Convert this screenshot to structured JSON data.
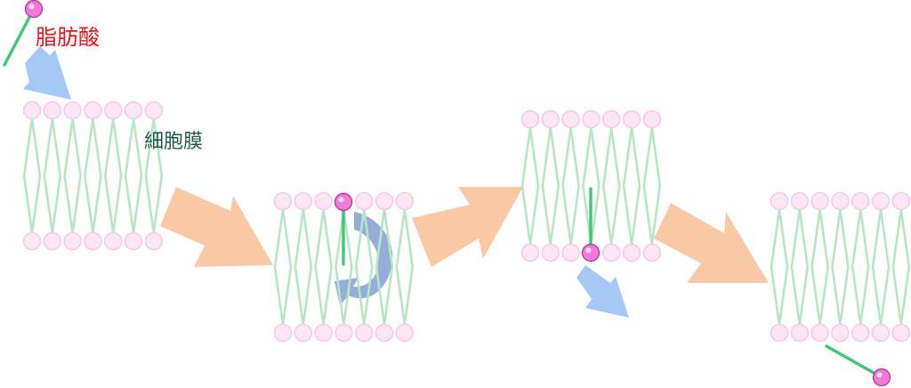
{
  "labels": {
    "fatty_acid": "脂肪酸",
    "cell_membrane": "細胞膜"
  },
  "colors": {
    "fatty_acid_label": "#e8141e",
    "membrane_label": "#1f5a4a",
    "lipid_head_fill": "#fde6f4",
    "lipid_head_stroke": "#f6c6e6",
    "lipid_tail": "#b5e7c4",
    "fatty_acid_head_fill": "#f17ad6",
    "fatty_acid_head_stroke": "#b0309a",
    "fatty_acid_tail": "#3ec873",
    "arrow_blue": "#a6c8f4",
    "arrow_peach": "#f9c9a6",
    "flip_arrow": "#8fa9d6"
  },
  "steps": [
    {
      "name": "adsorption",
      "fatty_acid_position": "outside-top"
    },
    {
      "name": "insertion-outer-leaflet",
      "fatty_acid_position": "outer-leaflet"
    },
    {
      "name": "flip-flop",
      "fatty_acid_position": "inner-leaflet"
    },
    {
      "name": "release",
      "fatty_acid_position": "outside-bottom"
    }
  ]
}
